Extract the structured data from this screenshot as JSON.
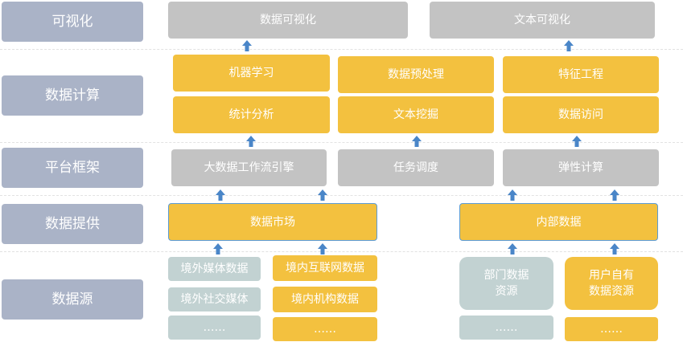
{
  "layers": {
    "viz": "可视化",
    "compute": "数据计算",
    "platform": "平台框架",
    "provide": "数据提供",
    "source": "数据源"
  },
  "viz": {
    "data_viz": "数据可视化",
    "text_viz": "文本可视化"
  },
  "compute": {
    "machine_learning": "机器学习",
    "preprocessing": "数据预处理",
    "feature_engineering": "特征工程",
    "statistical_analysis": "统计分析",
    "text_mining": "文本挖掘",
    "data_access": "数据访问"
  },
  "platform": {
    "workflow_engine": "大数据工作流引擎",
    "task_scheduling": "任务调度",
    "elastic_compute": "弹性计算"
  },
  "provide": {
    "market": "数据市场",
    "internal": "内部数据"
  },
  "source": {
    "foreign_media": "境外媒体数据",
    "domestic_internet": "境内互联网数据",
    "foreign_social": "境外社交媒体",
    "domestic_institution": "境内机构数据",
    "ellipsis_1": "……",
    "ellipsis_2": "……",
    "dept_data": "部门数据\n资源",
    "user_owned": "用户自有\n数据资源",
    "ellipsis_3": "……",
    "ellipsis_4": "……"
  },
  "colors": {
    "layer_label": "#aab3c7",
    "gray_box": "#c3c3c3",
    "yellow_box": "#f3c13f",
    "mint_box": "#c2d2d2",
    "arrow": "#4a86c8"
  }
}
